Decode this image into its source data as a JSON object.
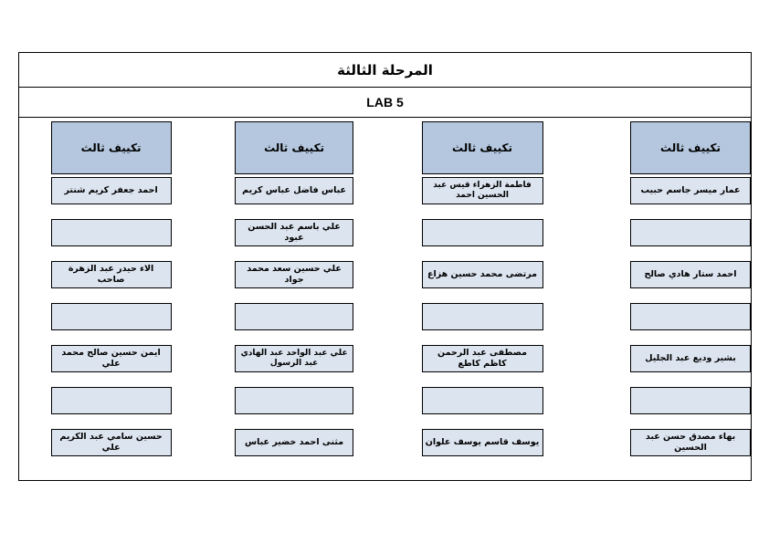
{
  "document": {
    "title": "المرحلة الثالثة",
    "lab_label": "LAB 5",
    "group_header": "تكييف ثالث",
    "colors": {
      "header_fill": "#b4c7de",
      "cell_fill": "#dce4ef",
      "border": "#000000",
      "page_background": "#ffffff"
    }
  },
  "columns": [
    {
      "header": "تكييف ثالث",
      "cells": [
        "عمار ميسر جاسم حبيب",
        "",
        "احمد ستار هادي صالح",
        "",
        "بشير وديع عبد الجليل",
        "",
        "بهاء مصدق حسن عبد الحسين"
      ]
    },
    {
      "header": "تكييف ثالث",
      "cells": [
        "فاطمة الزهراء قيس عبد الحسين احمد",
        "",
        "مرتضى محمد حسين هزاع",
        "",
        "مصطفى عبد الرحمن كاظم كاطع",
        "",
        "يوسف قاسم يوسف علوان"
      ]
    },
    {
      "header": "تكييف ثالث",
      "cells": [
        "عباس فاضل عباس كريم",
        "علي باسم عبد الحسن عبود",
        "علي حسين سعد محمد جواد",
        "",
        "علي عبد الواحد عبد الهادي عبد الرسول",
        "",
        "مثنى احمد خضير عباس"
      ]
    },
    {
      "header": "تكييف ثالث",
      "cells": [
        "احمد جعفر كريم شنتر",
        "",
        "الاء حيدر عبد الزهرة صاحب",
        "",
        "ايمن حسين صالح محمد علي",
        "",
        "حسين سامي عبد الكريم علي"
      ]
    }
  ]
}
